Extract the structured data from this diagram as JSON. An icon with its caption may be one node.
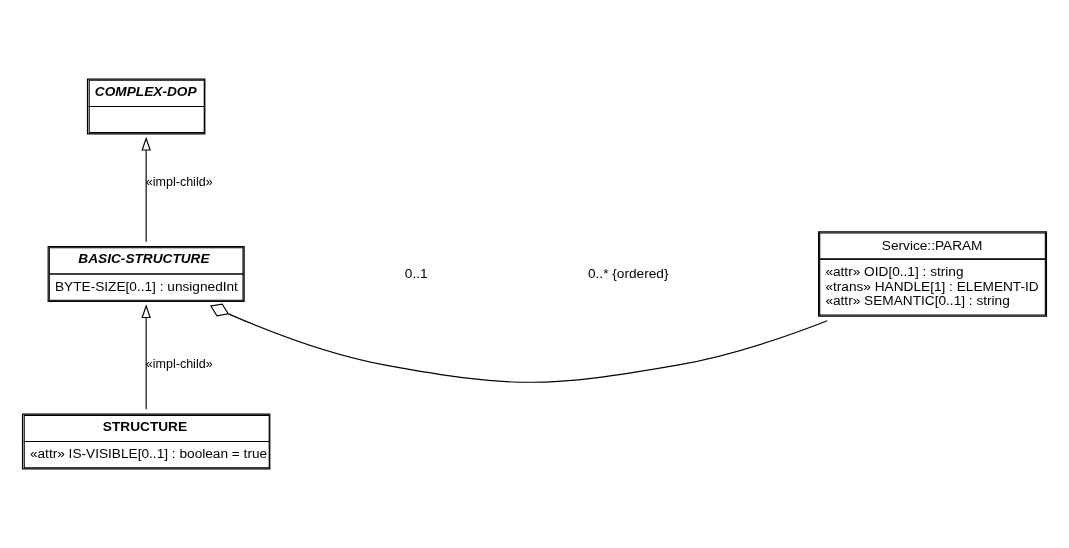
{
  "diagram": {
    "nodes": [
      {
        "text": [
          "COMPLEX-DOP"
        ]
      },
      {
        "text": [
          "BASIC-STRUCTURE",
          "BYTE-SIZE[0..1] : unsignedInt"
        ]
      },
      {
        "text": [
          "Service::PARAM",
          "«attr» OID[0..1] : string",
          "«trans» HANDLE[1] : ELEMENT-ID",
          "«attr» SEMANTIC[0..1] : string"
        ]
      },
      {
        "text": [
          "STRUCTURE",
          "«attr» IS-VISIBLE[0..1] : boolean = true"
        ]
      }
    ],
    "edges": [
      {
        "from": 1,
        "to": 0,
        "arrow": "to",
        "label": "«impl-child»"
      },
      {
        "from": 1,
        "to": 2,
        "arrow": "other"
      },
      {
        "from": 3,
        "to": 1,
        "arrow": "to",
        "label": "«impl-child»"
      }
    ],
    "labels": [
      "0..1",
      "0..* {ordered}"
    ]
  }
}
